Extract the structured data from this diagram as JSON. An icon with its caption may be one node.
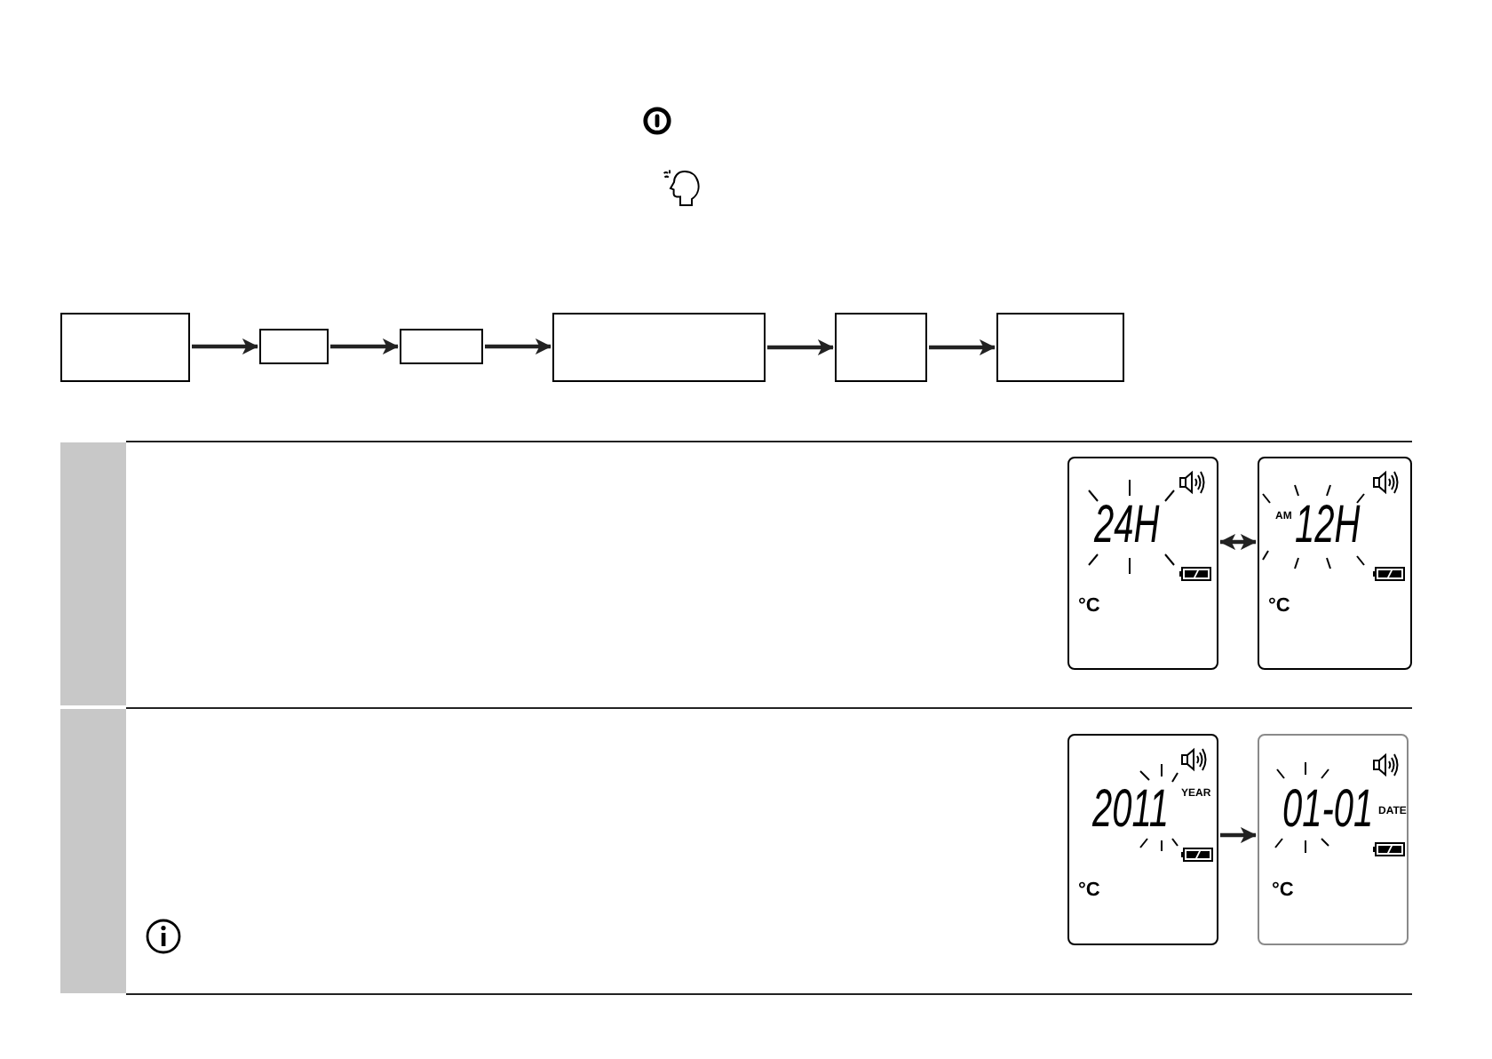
{
  "diagram": {
    "nodes": [
      {
        "text": [],
        "shape": "box"
      },
      {
        "text": [],
        "shape": "box"
      },
      {
        "text": [],
        "shape": "box"
      },
      {
        "text": [],
        "shape": "box"
      },
      {
        "text": [],
        "shape": "box"
      },
      {
        "text": [],
        "shape": "box"
      },
      {
        "text": [
          "24H",
          "°C"
        ]
      },
      {
        "text": [
          "AM",
          "12H",
          "°C"
        ]
      },
      {
        "text": [
          "2011",
          "YEAR",
          "°C"
        ]
      },
      {
        "text": [
          "01-01",
          "DATE",
          "°C"
        ]
      }
    ],
    "edges": [
      {
        "from": 0,
        "to": 1,
        "arrow": "to"
      },
      {
        "from": 1,
        "to": 2,
        "arrow": "to"
      },
      {
        "from": 2,
        "to": 3,
        "arrow": "to"
      },
      {
        "from": 3,
        "to": 4,
        "arrow": "to"
      },
      {
        "from": 4,
        "to": 5,
        "arrow": "to"
      },
      {
        "from": 6,
        "to": 7,
        "arrow": "both"
      },
      {
        "from": 8,
        "to": 9,
        "arrow": "to"
      }
    ]
  }
}
